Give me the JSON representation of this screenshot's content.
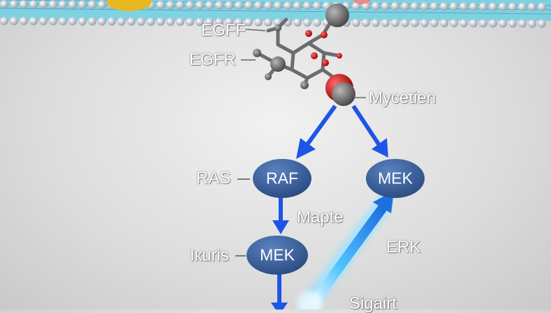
{
  "labels": {
    "egff": "EGFF",
    "egfr": "EGFR",
    "mycetien": "Mycetien",
    "ras": "RAS",
    "mapte": "Mapte",
    "kuris": "Iкurіs",
    "erk": "ERK",
    "sigairt": "Sigairt"
  },
  "nodes": {
    "raf": "RAF",
    "mek_right": "MEK",
    "mek_left": "MEK"
  },
  "colors": {
    "node_fill": "#3a5f9a",
    "arrow_blue": "#1e55e6",
    "glow_arrow": "#35b6ff",
    "membrane": "#6fd0e3"
  },
  "icons": [
    "membrane-bilayer",
    "molecule-structure",
    "arrow"
  ]
}
